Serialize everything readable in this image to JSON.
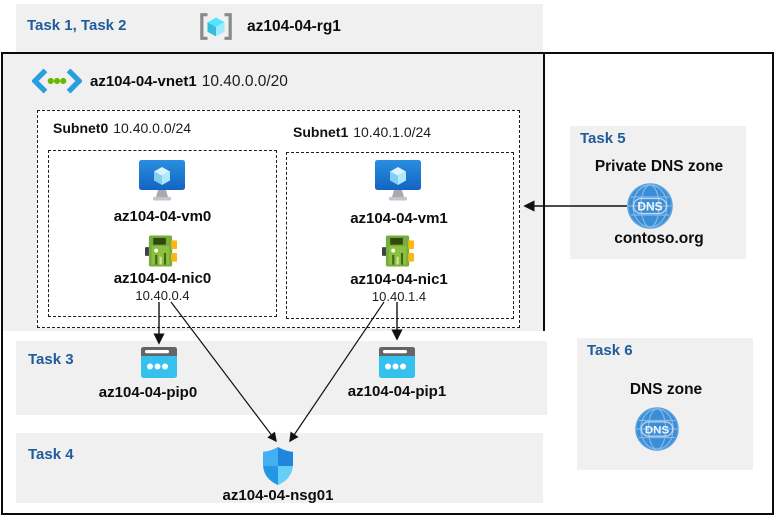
{
  "header": {
    "tasks": "Task 1, Task 2",
    "resource_group": "az104-04-rg1"
  },
  "vnet": {
    "name": "az104-04-vnet1",
    "cidr": "10.40.0.0/20"
  },
  "subnet0": {
    "name": "Subnet0",
    "cidr": "10.40.0.0/24",
    "vm": "az104-04-vm0",
    "nic": "az104-04-nic0",
    "ip": "10.40.0.4"
  },
  "subnet1": {
    "name": "Subnet1",
    "cidr": "10.40.1.0/24",
    "vm": "az104-04-vm1",
    "nic": "az104-04-nic1",
    "ip": "10.40.1.4"
  },
  "task3": {
    "label": "Task 3",
    "pip0": "az104-04-pip0",
    "pip1": "az104-04-pip1"
  },
  "task4": {
    "label": "Task 4",
    "nsg": "az104-04-nsg01"
  },
  "task5": {
    "label": "Task 5",
    "title": "Private DNS zone",
    "zone": "contoso.org",
    "dns_badge": "DNS"
  },
  "task6": {
    "label": "Task 6",
    "title": "DNS zone",
    "dns_badge": "DNS"
  },
  "icons": {
    "resource_group": "resource-group-icon",
    "virtual_network": "virtual-network-icon",
    "virtual_machine": "virtual-machine-icon",
    "network_interface": "network-interface-icon",
    "public_ip": "public-ip-icon",
    "network_security_group": "shield-icon",
    "dns": "dns-globe-icon"
  },
  "colors": {
    "task_heading_blue": "#1f5c99",
    "strip_background": "#f0f0f0",
    "frame_border": "#0b0b0b",
    "vm_monitor_blue": "#1c7fd6",
    "nic_green": "#76ad3c",
    "nic_connector_yellow": "#fdb714",
    "public_ip_cyan": "#35c1ed",
    "shield_blue_dark": "#1f86dc",
    "shield_blue_light": "#66cef7",
    "dns_circle_blue": "#3a8ed8",
    "arrow": "#111111"
  }
}
